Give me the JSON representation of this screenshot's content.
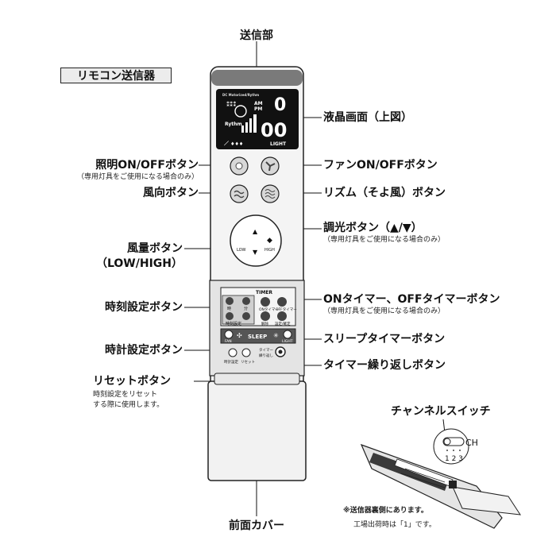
{
  "section_title": "リモコン送信器",
  "labels": {
    "transmitter": "送信部",
    "lcd": "液晶画面（上図）",
    "light_button": "照明ON/OFFボタン",
    "light_button_note": "（専用灯具をご使用になる場合のみ）",
    "fan_button": "ファンON/OFFボタン",
    "direction_button": "風向ボタン",
    "rhythm_button": "リズム（そよ風）ボタン",
    "dimmer_button": "調光ボタン（▲/▼）",
    "dimmer_button_note": "（専用灯具をご使用になる場合のみ）",
    "airflow_button": "風量ボタン",
    "airflow_button_sub": "（LOW/HIGH）",
    "clock_set_button": "時刻設定ボタン",
    "timer_buttons": "ONタイマー、OFFタイマーボタン",
    "timer_buttons_note": "（専用灯具をご使用になる場合のみ）",
    "clock_adjust_button": "時計設定ボタン",
    "sleep_timer_button": "スリープタイマーボタン",
    "reset_button": "リセットボタン",
    "reset_note_1": "時刻設定をリセット",
    "reset_note_2": "する際に使用します。",
    "timer_repeat_button": "タイマー繰り返しボタン",
    "channel_switch": "チャンネルスイッチ",
    "channel_note_1": "※送信器裏側にあります。",
    "channel_note_2": "工場出荷時は「1」です。",
    "front_cover": "前面カバー"
  },
  "remote": {
    "brand_text": "DC Motorized/Rythm",
    "lcd_am": "AM",
    "lcd_pm": "PM",
    "lcd_light": "LIGHT",
    "lcd_rhythm": "Rythm",
    "lcd_top_digit": "0",
    "lcd_bottom_digits": "00",
    "low_label": "LOW",
    "high_label": "HIGH",
    "timer_header": "TIMER",
    "hour_label": "時",
    "minute_label": "分",
    "time_set_label": "時刻設定",
    "on_timer_label": "ONタイマー",
    "off_timer_label": "OFFタイマー",
    "cancel_label": "解除",
    "set_confirm_label": "設定/確定",
    "fan_strip_label": "FAN",
    "sleep_label": "SLEEP",
    "light_strip_label": "LIGHT",
    "clock_set_label": "時計設定",
    "reset_label": "リセット",
    "timer_repeat_label_1": "タイマー",
    "timer_repeat_label_2": "繰り返し"
  },
  "channel": {
    "ch_label": "CH",
    "positions": "1 2 3"
  }
}
